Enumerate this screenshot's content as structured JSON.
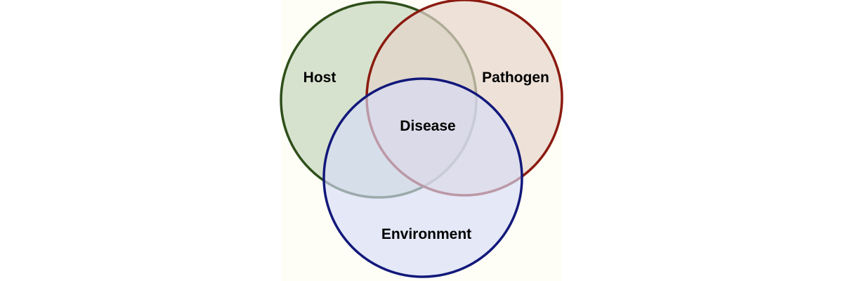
{
  "diagram": {
    "type": "venn",
    "sets": [
      {
        "id": "host",
        "label": "Host",
        "stroke": "#2f4f1a",
        "fill": "#c8d8c0"
      },
      {
        "id": "pathogen",
        "label": "Pathogen",
        "stroke": "#8b1a10",
        "fill": "#e6d4cc"
      },
      {
        "id": "environment",
        "label": "Environment",
        "stroke": "#12187a",
        "fill": "#dce0fa"
      }
    ],
    "center_label": "Disease"
  }
}
